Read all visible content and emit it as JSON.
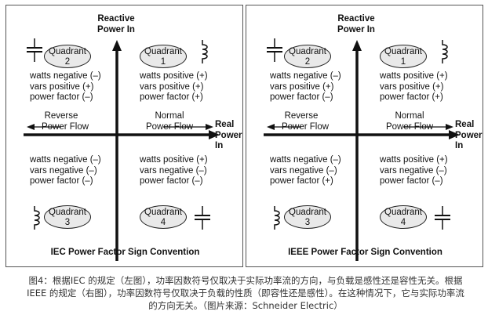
{
  "panels": [
    {
      "title": "IEC Power Factor Sign Convention",
      "q2": {
        "label": "Quadrant",
        "num": "2",
        "watts": "watts negative (–)",
        "vars": "vars positive (+)",
        "pf": "power factor (–)"
      },
      "q1": {
        "label": "Quadrant",
        "num": "1",
        "watts": "watts positive (+)",
        "vars": "vars positive (+)",
        "pf": "power factor (+)"
      },
      "q3": {
        "label": "Quadrant",
        "num": "3",
        "watts": "watts negative (–)",
        "vars": "vars negative (–)",
        "pf": "power factor (–)"
      },
      "q4": {
        "label": "Quadrant",
        "num": "4",
        "watts": "watts positive (+)",
        "vars": "vars negative (–)",
        "pf": "power factor (–)"
      }
    },
    {
      "title": "IEEE Power Factor Sign Convention",
      "q2": {
        "label": "Quadrant",
        "num": "2",
        "watts": "watts negative (–)",
        "vars": "vars positive (+)",
        "pf": "power factor (–)"
      },
      "q1": {
        "label": "Quadrant",
        "num": "1",
        "watts": "watts positive (+)",
        "vars": "vars positive (+)",
        "pf": "power factor (+)"
      },
      "q3": {
        "label": "Quadrant",
        "num": "3",
        "watts": "watts negative (–)",
        "vars": "vars negative (–)",
        "pf": "power factor (+)"
      },
      "q4": {
        "label": "Quadrant",
        "num": "4",
        "watts": "watts positive (+)",
        "vars": "vars negative (–)",
        "pf": "power factor (–)"
      }
    }
  ],
  "axis": {
    "reactive_1": "Reactive",
    "reactive_2": "Power In",
    "real_1": "Real",
    "real_2": "Power",
    "real_3": "In",
    "reverse_1": "Reverse",
    "reverse_2": "Power Flow",
    "normal_1": "Normal",
    "normal_2": "Power Flow"
  },
  "caption": {
    "line1": "图4：根据IEC 的规定（左图），功率因数符号仅取决于实际功率流的方向，与负载是感性还是容性无关。根据",
    "line2": "IEEE 的规定（右图），功率因数符号仅取决于负载的性质（即容性还是感性）。在这种情况下，它与实际功率流",
    "line3": "的方向无关。（图片来源：Schneider Electric）"
  },
  "icons": {
    "q1": "inductor-icon",
    "q2": "capacitor-icon",
    "q3": "inductor-icon",
    "q4": "capacitor-icon"
  }
}
